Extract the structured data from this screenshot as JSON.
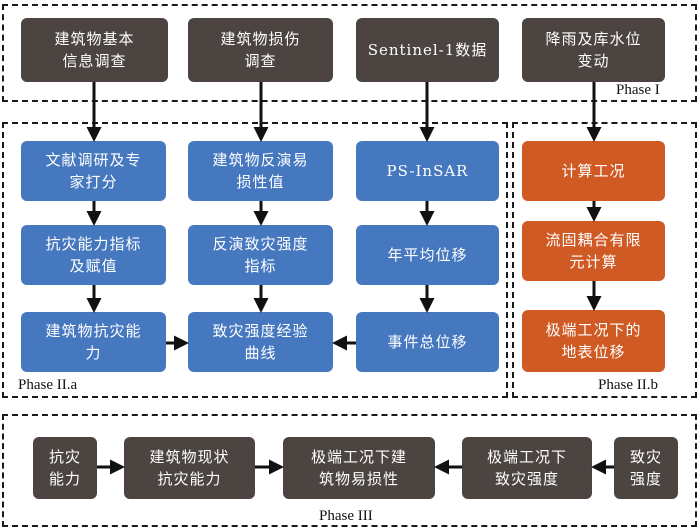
{
  "phases": {
    "phase_1": "Phase I",
    "phase_2a": "Phase II.a",
    "phase_2b": "Phase II.b",
    "phase_3": "Phase III"
  },
  "top_row": {
    "building_info": "建筑物基本\n信息调查",
    "damage_survey": "建筑物损伤\n调查",
    "sentinel": "Sentinel-1数据",
    "rain_reservoir": "降雨及库水位\n变动"
  },
  "col_a": {
    "literature": "文献调研及专\n家打分",
    "index": "抗灾能力指标\n及赋值",
    "resistance": "建筑物抗灾能\n力"
  },
  "col_b": {
    "inverse_value": "建筑物反演易\n损性值",
    "inverse_index": "反演致灾强度\n指标",
    "curve": "致灾强度经验\n曲线"
  },
  "col_c": {
    "psinsar": "PS-InSAR",
    "annual": "年平均位移",
    "event": "事件总位移"
  },
  "col_d": {
    "calc_cond": "计算工况",
    "fem": "流固耦合有限\n元计算",
    "extreme_disp": "极端工况下的\n地表位移"
  },
  "bottom_row": {
    "resistance": "抗灾\n能力",
    "current": "建筑物现状\n抗灾能力",
    "vulnerability": "极端工况下建\n筑物易损性",
    "hazard_intensity": "极端工况下\n致灾强度",
    "hazard": "致灾\n强度"
  },
  "colors": {
    "dark": "#4b4441",
    "blue": "#4678c0",
    "orange": "#cf5a24"
  }
}
